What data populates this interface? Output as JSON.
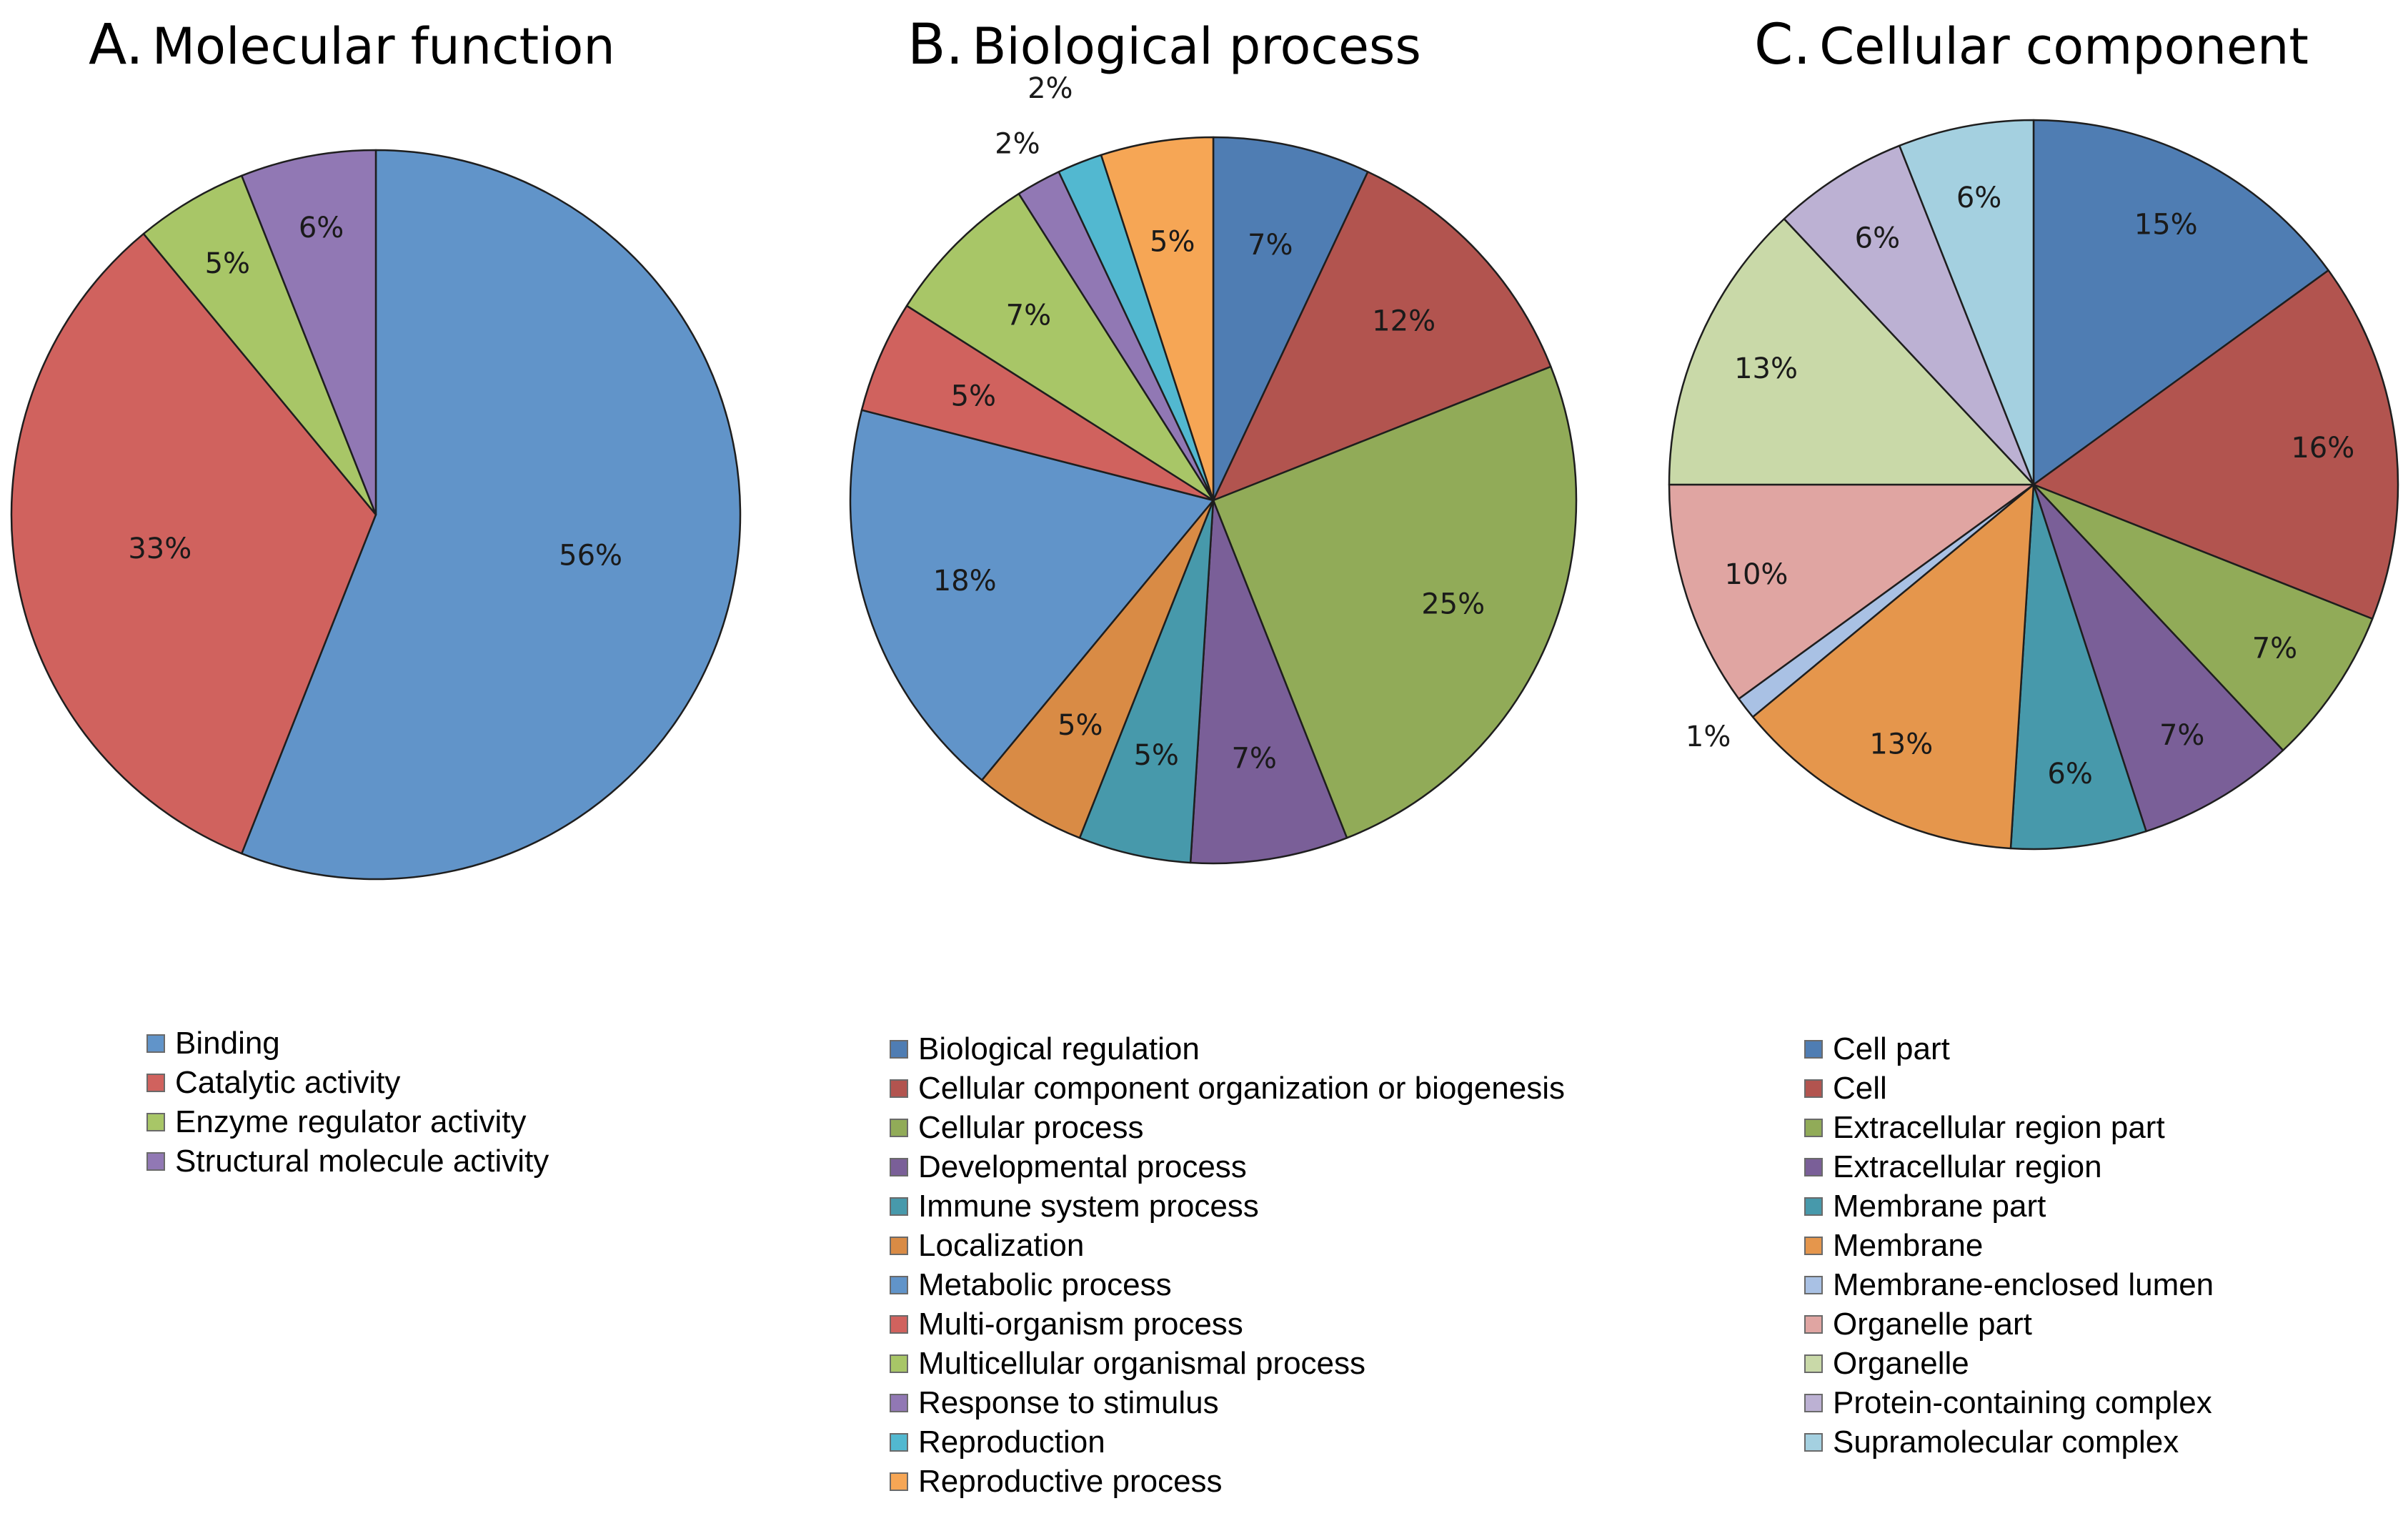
{
  "chart_data": [
    {
      "type": "pie",
      "title_letter": "A.",
      "title": "Molecular function",
      "slices": [
        {
          "label": "Binding",
          "value": 56,
          "value_label": "56%",
          "color": "#6194c9"
        },
        {
          "label": "Catalytic activity",
          "value": 33,
          "value_label": "33%",
          "color": "#d0625e"
        },
        {
          "label": "Enzyme regulator activity",
          "value": 5,
          "value_label": "5%",
          "color": "#a8c667"
        },
        {
          "label": "Structural molecule activity",
          "value": 6,
          "value_label": "6%",
          "color": "#9178b4"
        }
      ],
      "start": "12 o'clock",
      "direction": "clockwise",
      "legend_position": "bottom"
    },
    {
      "type": "pie",
      "title_letter": "B.",
      "title": "Biological process",
      "slices": [
        {
          "label": "Biological regulation",
          "value": 7,
          "value_label": "7%",
          "color": "#4f7db3"
        },
        {
          "label": "Cellular component organization or biogenesis",
          "value": 12,
          "value_label": "12%",
          "color": "#b2544f"
        },
        {
          "label": "Cellular process",
          "value": 25,
          "value_label": "25%",
          "color": "#91ab58"
        },
        {
          "label": "Developmental process",
          "value": 7,
          "value_label": "7%",
          "color": "#7a5f98"
        },
        {
          "label": "Immune system process",
          "value": 5,
          "value_label": "5%",
          "color": "#4799ab"
        },
        {
          "label": "Localization",
          "value": 5,
          "value_label": "5%",
          "color": "#d98b45"
        },
        {
          "label": "Metabolic process",
          "value": 18,
          "value_label": "18%",
          "color": "#6194c9"
        },
        {
          "label": "Multi-organism process",
          "value": 5,
          "value_label": "5%",
          "color": "#d0625e"
        },
        {
          "label": "Multicellular organismal process",
          "value": 7,
          "value_label": "7%",
          "color": "#a8c667"
        },
        {
          "label": "Response to stimulus",
          "value": 2,
          "value_label": "2%",
          "color": "#9178b4"
        },
        {
          "label": "Reproduction",
          "value": 2,
          "value_label": "2%",
          "color": "#52b8d0"
        },
        {
          "label": "Reproductive process",
          "value": 5,
          "value_label": "5%",
          "color": "#f6a655"
        }
      ],
      "start": "12 o'clock",
      "direction": "clockwise",
      "legend_position": "bottom"
    },
    {
      "type": "pie",
      "title_letter": "C.",
      "title": "Cellular component",
      "slices": [
        {
          "label": "Cell part",
          "value": 15,
          "value_label": "15%",
          "color": "#4f7db3"
        },
        {
          "label": "Cell",
          "value": 16,
          "value_label": "16%",
          "color": "#b2544f"
        },
        {
          "label": "Extracellular region part",
          "value": 7,
          "value_label": "7%",
          "color": "#91ab58"
        },
        {
          "label": "Extracellular region",
          "value": 7,
          "value_label": "7%",
          "color": "#7a5f98"
        },
        {
          "label": "Membrane part",
          "value": 6,
          "value_label": "6%",
          "color": "#4799ab"
        },
        {
          "label": "Membrane",
          "value": 13,
          "value_label": "13%",
          "color": "#e5964c"
        },
        {
          "label": "Membrane-enclosed lumen",
          "value": 1,
          "value_label": "1%",
          "color": "#a9c1e4"
        },
        {
          "label": "Organelle part",
          "value": 10,
          "value_label": "10%",
          "color": "#e0a5a2"
        },
        {
          "label": "Organelle",
          "value": 13,
          "value_label": "13%",
          "color": "#c9d9a8"
        },
        {
          "label": "Protein-containing complex",
          "value": 6,
          "value_label": "6%",
          "color": "#bcb1d3"
        },
        {
          "label": "Supramolecular complex",
          "value": 6,
          "value_label": "6%",
          "color": "#a4d0e0"
        }
      ],
      "start": "12 o'clock",
      "direction": "clockwise",
      "legend_position": "bottom"
    }
  ]
}
